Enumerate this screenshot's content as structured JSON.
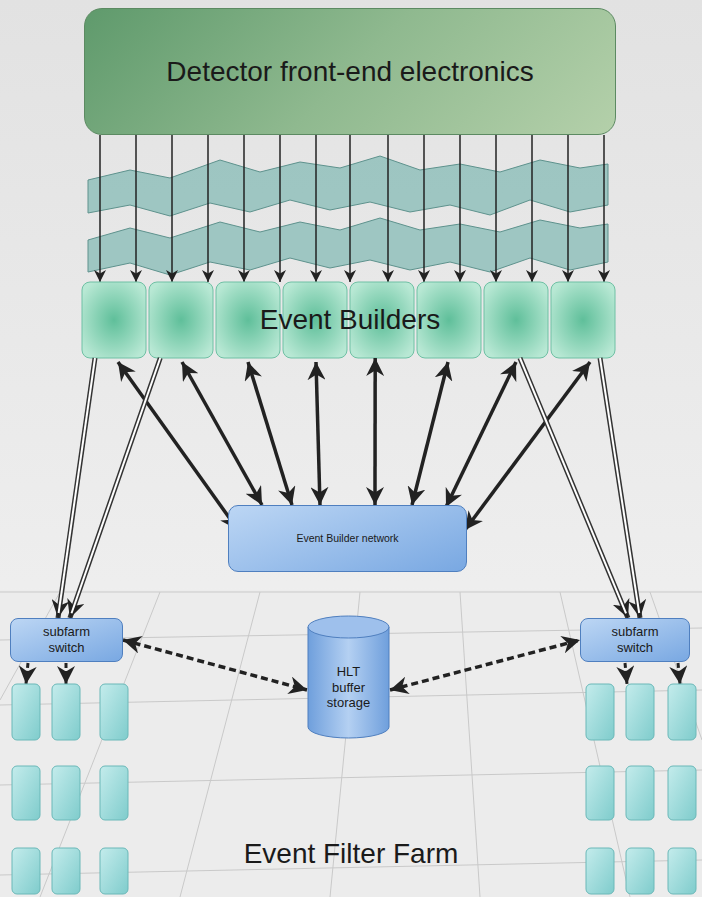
{
  "diagram": {
    "nodes": [
      {
        "text": [
          "Detector front-end electronics"
        ]
      },
      {
        "text": [
          "Event Builders"
        ]
      },
      {
        "text": [
          "Event Builder network"
        ]
      },
      {
        "text": [
          "subfarm switch"
        ]
      },
      {
        "text": [
          "HLT buffer storage"
        ]
      },
      {
        "text": [
          "subfarm switch"
        ]
      }
    ],
    "edges": [
      {
        "from": 0,
        "to": 1,
        "arrow": "to"
      },
      {
        "from": 1,
        "to": 2,
        "arrow": "both"
      },
      {
        "from": 1,
        "to": 3,
        "arrow": "to"
      },
      {
        "from": 1,
        "to": 5,
        "arrow": "to"
      },
      {
        "from": 3,
        "to": 4,
        "arrow": "both"
      },
      {
        "from": 4,
        "to": 5,
        "arrow": "both"
      }
    ],
    "labels": [
      "Event Filter Farm"
    ]
  }
}
